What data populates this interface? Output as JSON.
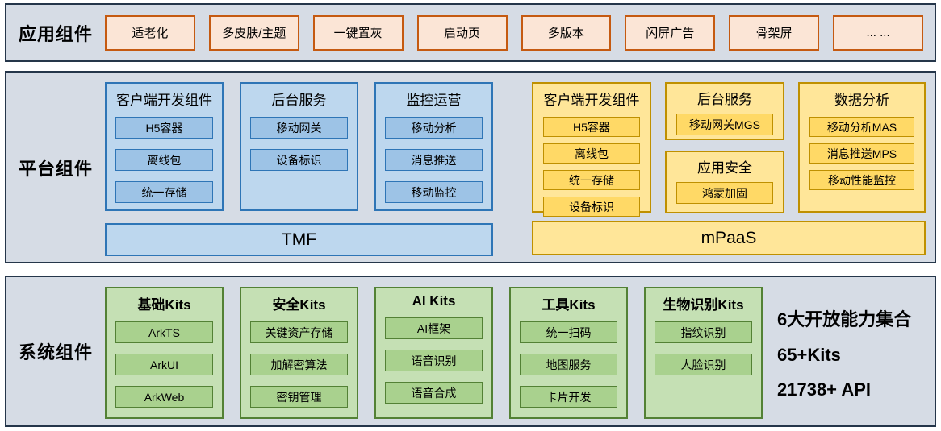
{
  "app_row": {
    "label": "应用组件",
    "items": [
      "适老化",
      "多皮肤/主题",
      "一键置灰",
      "启动页",
      "多版本",
      "闪屏广告",
      "骨架屏",
      "... ..."
    ]
  },
  "platform_row": {
    "label": "平台组件",
    "tmf": {
      "bar": "TMF",
      "groups": [
        {
          "title": "客户端开发组件",
          "items": [
            "H5容器",
            "离线包",
            "统一存储"
          ]
        },
        {
          "title": "后台服务",
          "items": [
            "移动网关",
            "设备标识"
          ]
        },
        {
          "title": "监控运营",
          "items": [
            "移动分析",
            "消息推送",
            "移动监控"
          ]
        }
      ]
    },
    "mpaas": {
      "bar": "mPaaS",
      "groups": [
        {
          "title": "客户端开发组件",
          "items": [
            "H5容器",
            "离线包",
            "统一存储",
            "设备标识"
          ]
        },
        {
          "title": "后台服务",
          "items": [
            "移动网关MGS"
          ]
        },
        {
          "title": "应用安全",
          "items": [
            "鸿蒙加固"
          ]
        },
        {
          "title": "数据分析",
          "items": [
            "移动分析MAS",
            "消息推送MPS",
            "移动性能监控"
          ]
        }
      ]
    }
  },
  "system_row": {
    "label": "系统组件",
    "groups": [
      {
        "title": "基础Kits",
        "items": [
          "ArkTS",
          "ArkUI",
          "ArkWeb"
        ]
      },
      {
        "title": "安全Kits",
        "items": [
          "关键资产存储",
          "加解密算法",
          "密钥管理"
        ]
      },
      {
        "title": "AI Kits",
        "items": [
          "AI框架",
          "语音识别",
          "语音合成"
        ]
      },
      {
        "title": "工具Kits",
        "items": [
          "统一扫码",
          "地图服务",
          "卡片开发"
        ]
      },
      {
        "title": "生物识别Kits",
        "items": [
          "指纹识别",
          "人脸识别"
        ]
      }
    ],
    "stats": [
      "6大开放能力集合",
      "65+Kits",
      "21738+ API"
    ]
  },
  "colors": {
    "band_background": "#D6DCE5",
    "band_border": "#25364A",
    "orange_fill": "#FBE5D6",
    "orange_border": "#C55A11",
    "blue_fill": "#BDD7EE",
    "blue_item_fill": "#9DC3E6",
    "blue_border": "#2E75B6",
    "yellow_fill": "#FFE699",
    "yellow_item_fill": "#FFD966",
    "yellow_border": "#BF9000",
    "green_fill": "#C5E0B4",
    "green_item_fill": "#A9D18E",
    "green_border": "#538135"
  }
}
